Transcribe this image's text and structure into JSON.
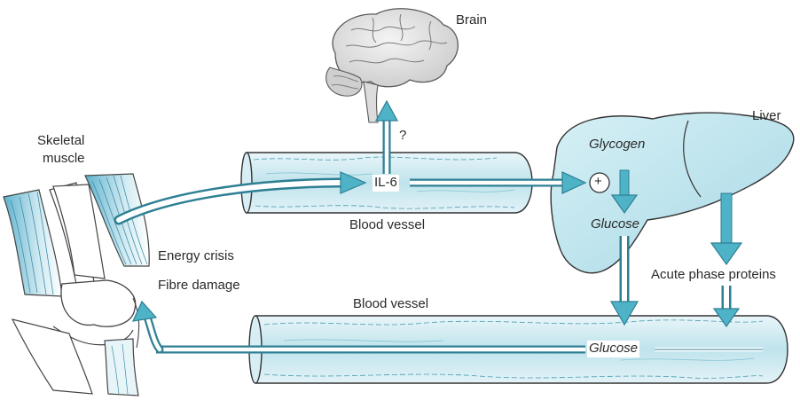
{
  "labels": {
    "brain": "Brain",
    "question": "?",
    "skeletal_muscle_line1": "Skeletal",
    "skeletal_muscle_line2": "muscle",
    "il6": "IL-6",
    "blood_vessel_upper": "Blood vessel",
    "blood_vessel_lower": "Blood vessel",
    "liver": "Liver",
    "glycogen": "Glycogen",
    "plus": "+",
    "glucose_liver": "Glucose",
    "glucose_vessel": "Glucose",
    "energy_crisis": "Energy crisis",
    "fibre_damage": "Fibre damage",
    "acute_phase_proteins": "Acute phase proteins"
  },
  "colors": {
    "arrow_fill": "#4fb3c8",
    "arrow_edge": "#2d7f93",
    "vessel_fill": "#cdebf2",
    "vessel_edge": "#3a3a3a",
    "liver_fill": "#bfe4ee",
    "muscle_fill": "#a9d8e6",
    "brain_fill": "#e3e3e3"
  }
}
